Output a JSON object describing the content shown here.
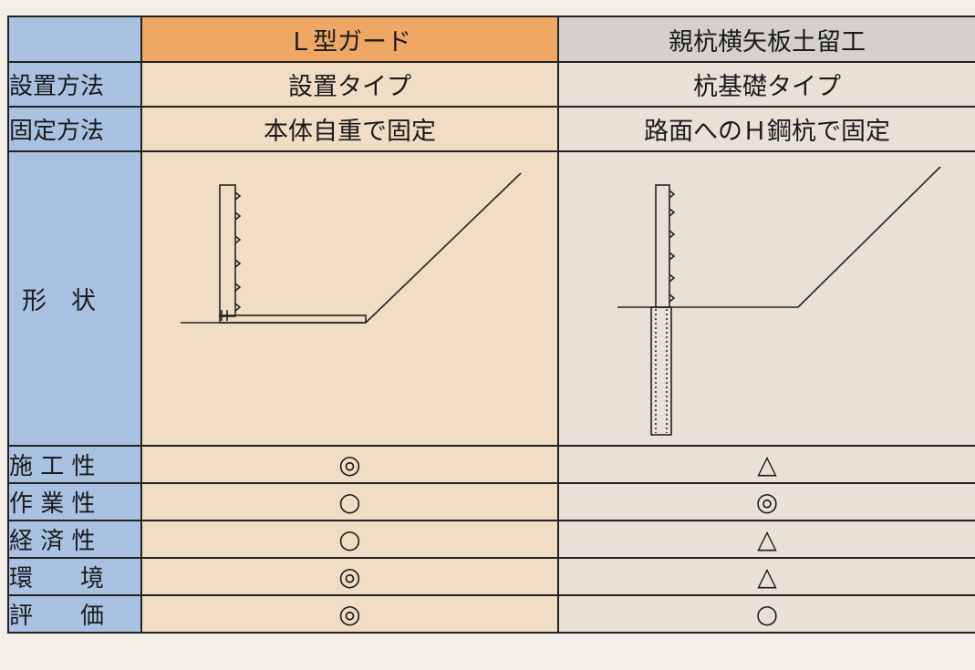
{
  "columns": {
    "left": "Ｌ型ガード",
    "right": "親杭横矢板土留工"
  },
  "rows": [
    {
      "label": "設置方法",
      "left": "設置タイプ",
      "right": "杭基礎タイプ"
    },
    {
      "label": "固定方法",
      "left": "本体自重で固定",
      "right": "路面へのＨ鋼杭で固定"
    }
  ],
  "shape_row": {
    "label": "形　状"
  },
  "ratings": [
    {
      "label": "施 工 性",
      "left": "◎",
      "right": "△"
    },
    {
      "label": "作 業 性",
      "left": "○",
      "right": "◎"
    },
    {
      "label": "経 済 性",
      "left": "○",
      "right": "△"
    },
    {
      "label": "環　　境",
      "left": "◎",
      "right": "△"
    },
    {
      "label": "評　　価",
      "left": "◎",
      "right": "○"
    }
  ],
  "colors": {
    "header_left": "#eea765",
    "header_right": "#d4d1cd",
    "row_header": "#a9c2e2",
    "cell_left": "#f1dcc4",
    "cell_right": "#e9e0d6"
  }
}
